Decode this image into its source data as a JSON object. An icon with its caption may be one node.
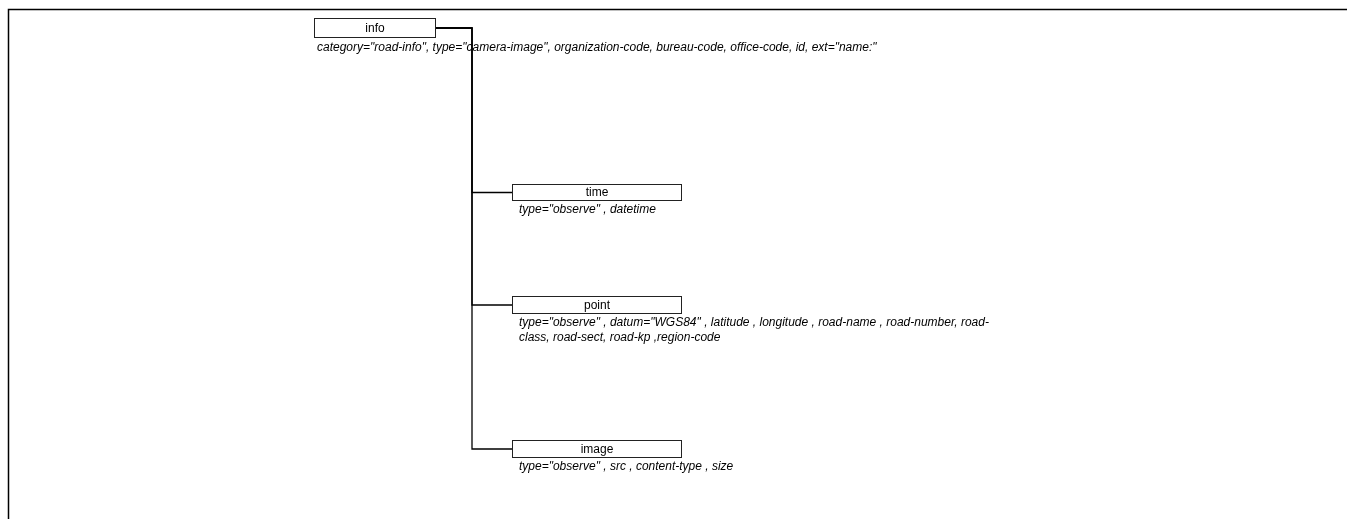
{
  "diagram": {
    "nodes": [
      {
        "text": [
          "info"
        ],
        "beside": [
          "category=\"road-info\", type=\"camera-image\", organization-code, bureau-code, office-code, id, ext=\"name:\""
        ]
      },
      {
        "text": [
          "time"
        ],
        "beside": [
          "type=\"observe\" , datetime"
        ]
      },
      {
        "text": [
          "point"
        ],
        "beside": [
          "type=\"observe\" , datum=\"WGS84\" , latitude , longitude , road-name , road-number, road-class, road-sect, road-kp ,region-code"
        ]
      },
      {
        "text": [
          "image"
        ],
        "beside": [
          "type=\"observe\" , src , content-type , size"
        ]
      }
    ],
    "edges": [
      {
        "from": 0,
        "to": 1,
        "arrow": "none"
      },
      {
        "from": 0,
        "to": 2,
        "arrow": "none"
      },
      {
        "from": 0,
        "to": 3,
        "arrow": "none"
      }
    ]
  }
}
